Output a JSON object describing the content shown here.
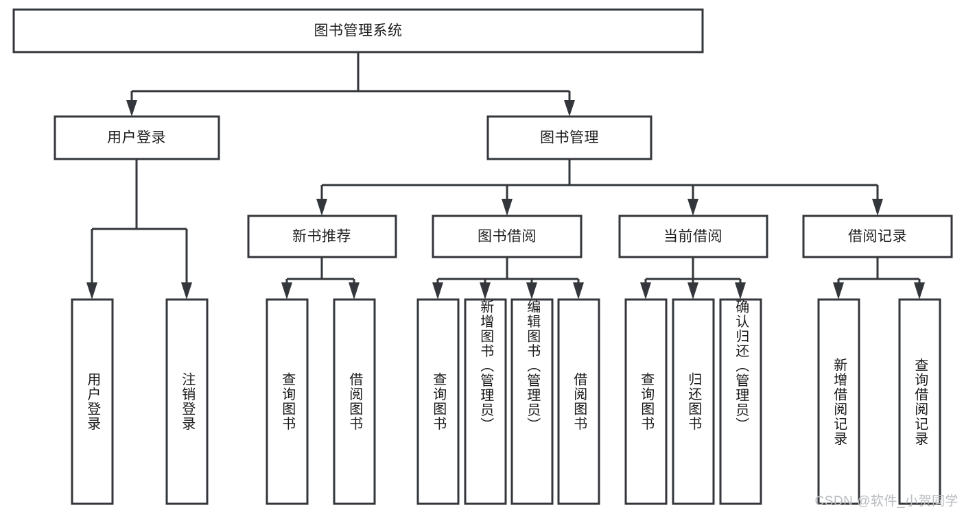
{
  "diagram": {
    "title": "图书管理系统",
    "type": "tree",
    "watermark": "CSDN @软件_小贺同学",
    "colors": {
      "box_stroke": "#33363a",
      "box_fill": "#ffffff",
      "connector": "#33363a",
      "text": "#1b1b1b",
      "watermark": "#b9bcc0",
      "background": "#ffffff"
    },
    "root": {
      "label": "图书管理系统"
    },
    "level2": [
      {
        "label": "用户登录"
      },
      {
        "label": "图书管理"
      }
    ],
    "level3": [
      {
        "label": "新书推荐"
      },
      {
        "label": "图书借阅"
      },
      {
        "label": "当前借阅"
      },
      {
        "label": "借阅记录"
      }
    ],
    "leaves": {
      "user_login": [
        {
          "label": "用户登录"
        },
        {
          "label": "注销登录"
        }
      ],
      "new_book_recommend": [
        {
          "label": "查询图书"
        },
        {
          "label": "借阅图书"
        }
      ],
      "book_borrow": [
        {
          "label": "查询图书"
        },
        {
          "label": "新增图书（管理员）"
        },
        {
          "label": "编辑图书（管理员）"
        },
        {
          "label": "借阅图书"
        }
      ],
      "current_borrow": [
        {
          "label": "查询图书"
        },
        {
          "label": "归还图书"
        },
        {
          "label": "确认归还（管理员）"
        }
      ],
      "borrow_record": [
        {
          "label": "新增借阅记录"
        },
        {
          "label": "查询借阅记录"
        }
      ]
    }
  }
}
